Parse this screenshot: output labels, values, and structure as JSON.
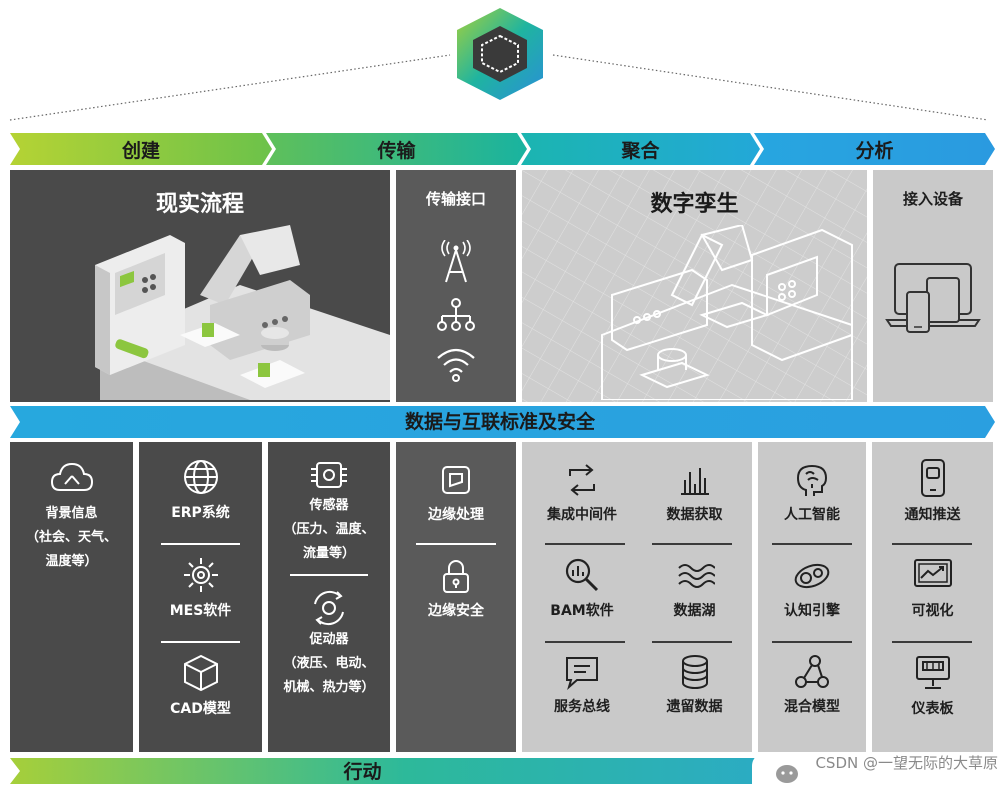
{
  "stages": [
    "创建",
    "传输",
    "聚合",
    "分析"
  ],
  "top_panels": {
    "real_process": "现实流程",
    "transmission_interface": "传输接口",
    "digital_twin": "数字孪生",
    "access_devices": "接入设备"
  },
  "middle_band": "数据与互联标准及安全",
  "bottom_band": "行动",
  "create_items": {
    "background": {
      "title": "背景信息",
      "lines": [
        "（社会、天气、",
        "温度等）"
      ]
    },
    "erp": "ERP系统",
    "mes": "MES软件",
    "cad": "CAD模型",
    "sensor": {
      "title": "传感器",
      "lines": [
        "（压力、温度、",
        "流量等）"
      ]
    },
    "actuator": {
      "title": "促动器",
      "lines": [
        "（液压、电动、",
        "机械、热力等）"
      ]
    }
  },
  "transmit_items": {
    "edge_processing": "边缘处理",
    "edge_security": "边缘安全"
  },
  "aggregate_items": {
    "integration_middleware": "集成中间件",
    "data_acquisition": "数据获取",
    "bam_software": "BAM软件",
    "data_lake": "数据湖",
    "service_bus": "服务总线",
    "legacy_data": "遗留数据"
  },
  "analyze_items": {
    "ai": "人工智能",
    "cognitive_engine": "认知引擎",
    "hybrid_model": "混合模型",
    "notification_push": "通知推送",
    "visualization": "可视化",
    "dashboard": "仪表板"
  },
  "watermark": "CSDN @一望无际的大草原",
  "colors": {
    "green": "#8cc63f",
    "teal": "#22b5a5",
    "blue": "#29a9e0",
    "dark_panel": "#4a4a4a",
    "light_panel": "#c9c9c9"
  }
}
